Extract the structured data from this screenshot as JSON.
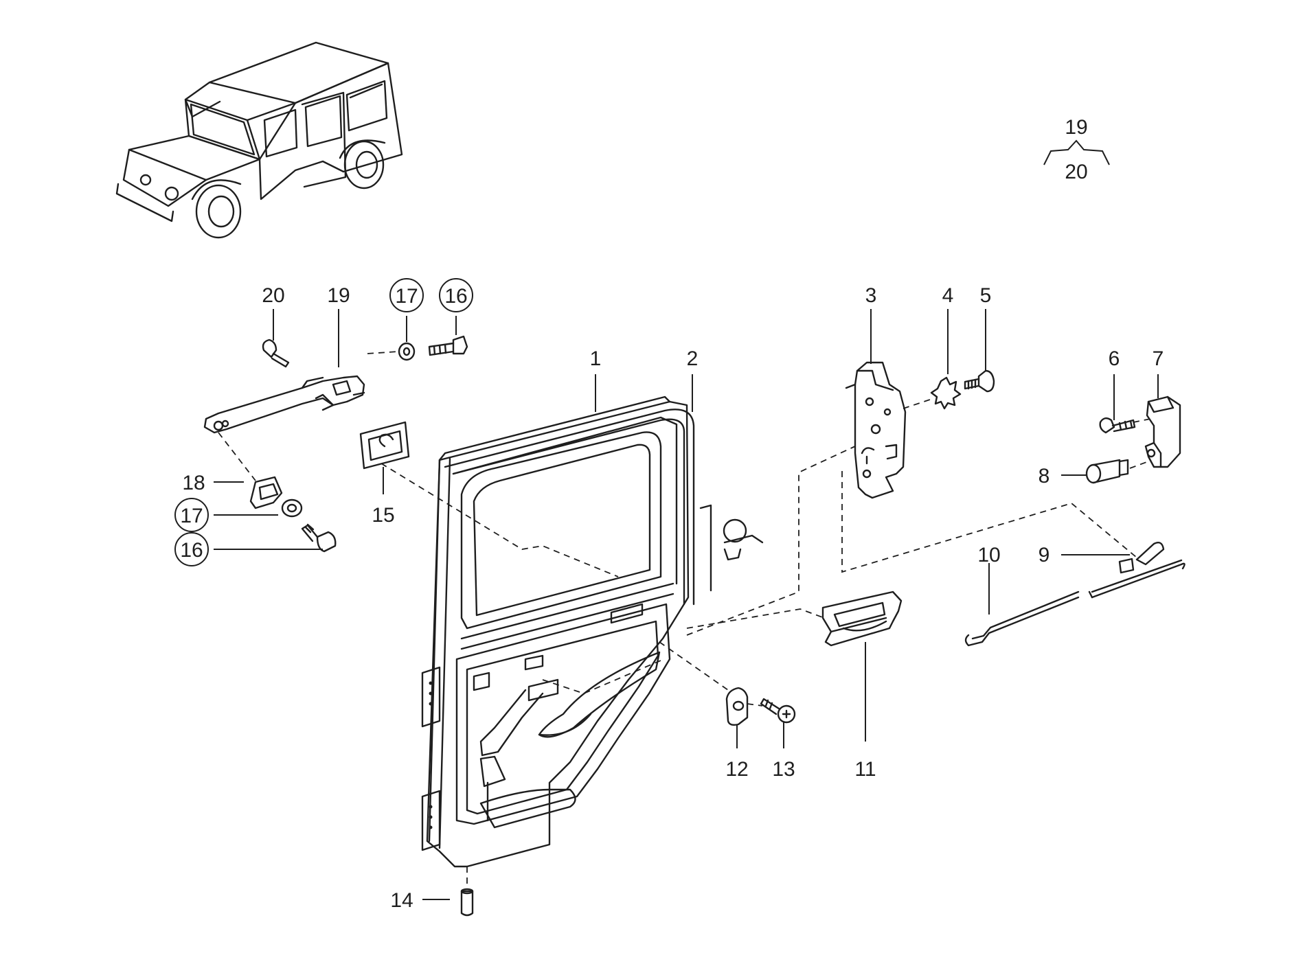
{
  "callouts": {
    "c1": "1",
    "c2": "2",
    "c3": "3",
    "c4": "4",
    "c5": "5",
    "c6": "6",
    "c7": "7",
    "c8": "8",
    "c9": "9",
    "c10": "10",
    "c11": "11",
    "c12": "12",
    "c13": "13",
    "c14": "14",
    "c15": "15",
    "c16a": "16",
    "c16b": "16",
    "c17a": "17",
    "c17b": "17",
    "c18": "18",
    "c19": "19",
    "c20": "20"
  },
  "legend": {
    "top": "19",
    "bottom": "20"
  },
  "colors": {
    "ink": "#1e1e1e",
    "paper": "#ffffff"
  }
}
